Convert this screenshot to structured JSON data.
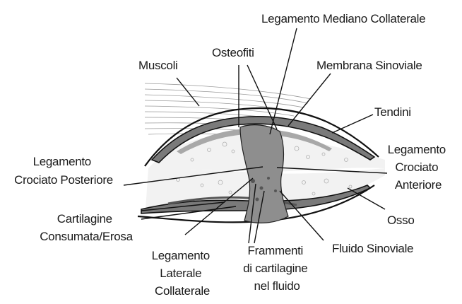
{
  "labels": {
    "muscoli": "Muscoli",
    "osteofiti": "Osteofiti",
    "legamento_mediano_collaterale": "Legamento Mediano Collaterale",
    "membrana_sinoviale": "Membrana Sinoviale",
    "tendini": "Tendini",
    "legamento_crociato_posteriore": [
      "Legamento",
      "Crociato Posteriore"
    ],
    "legamento_crociato_anteriore": [
      "Legamento",
      "Crociato",
      "Anteriore"
    ],
    "cartilagine_consumata": [
      "Cartilagine",
      "Consumata/Erosa"
    ],
    "osso": "Osso",
    "legamento_laterale_collaterale": [
      "Legamento",
      "Laterale",
      "Collaterale"
    ],
    "frammenti": [
      "Frammenti",
      "di cartilagine",
      "nel fluido"
    ],
    "fluido_sinoviale": "Fluido Sinoviale"
  }
}
